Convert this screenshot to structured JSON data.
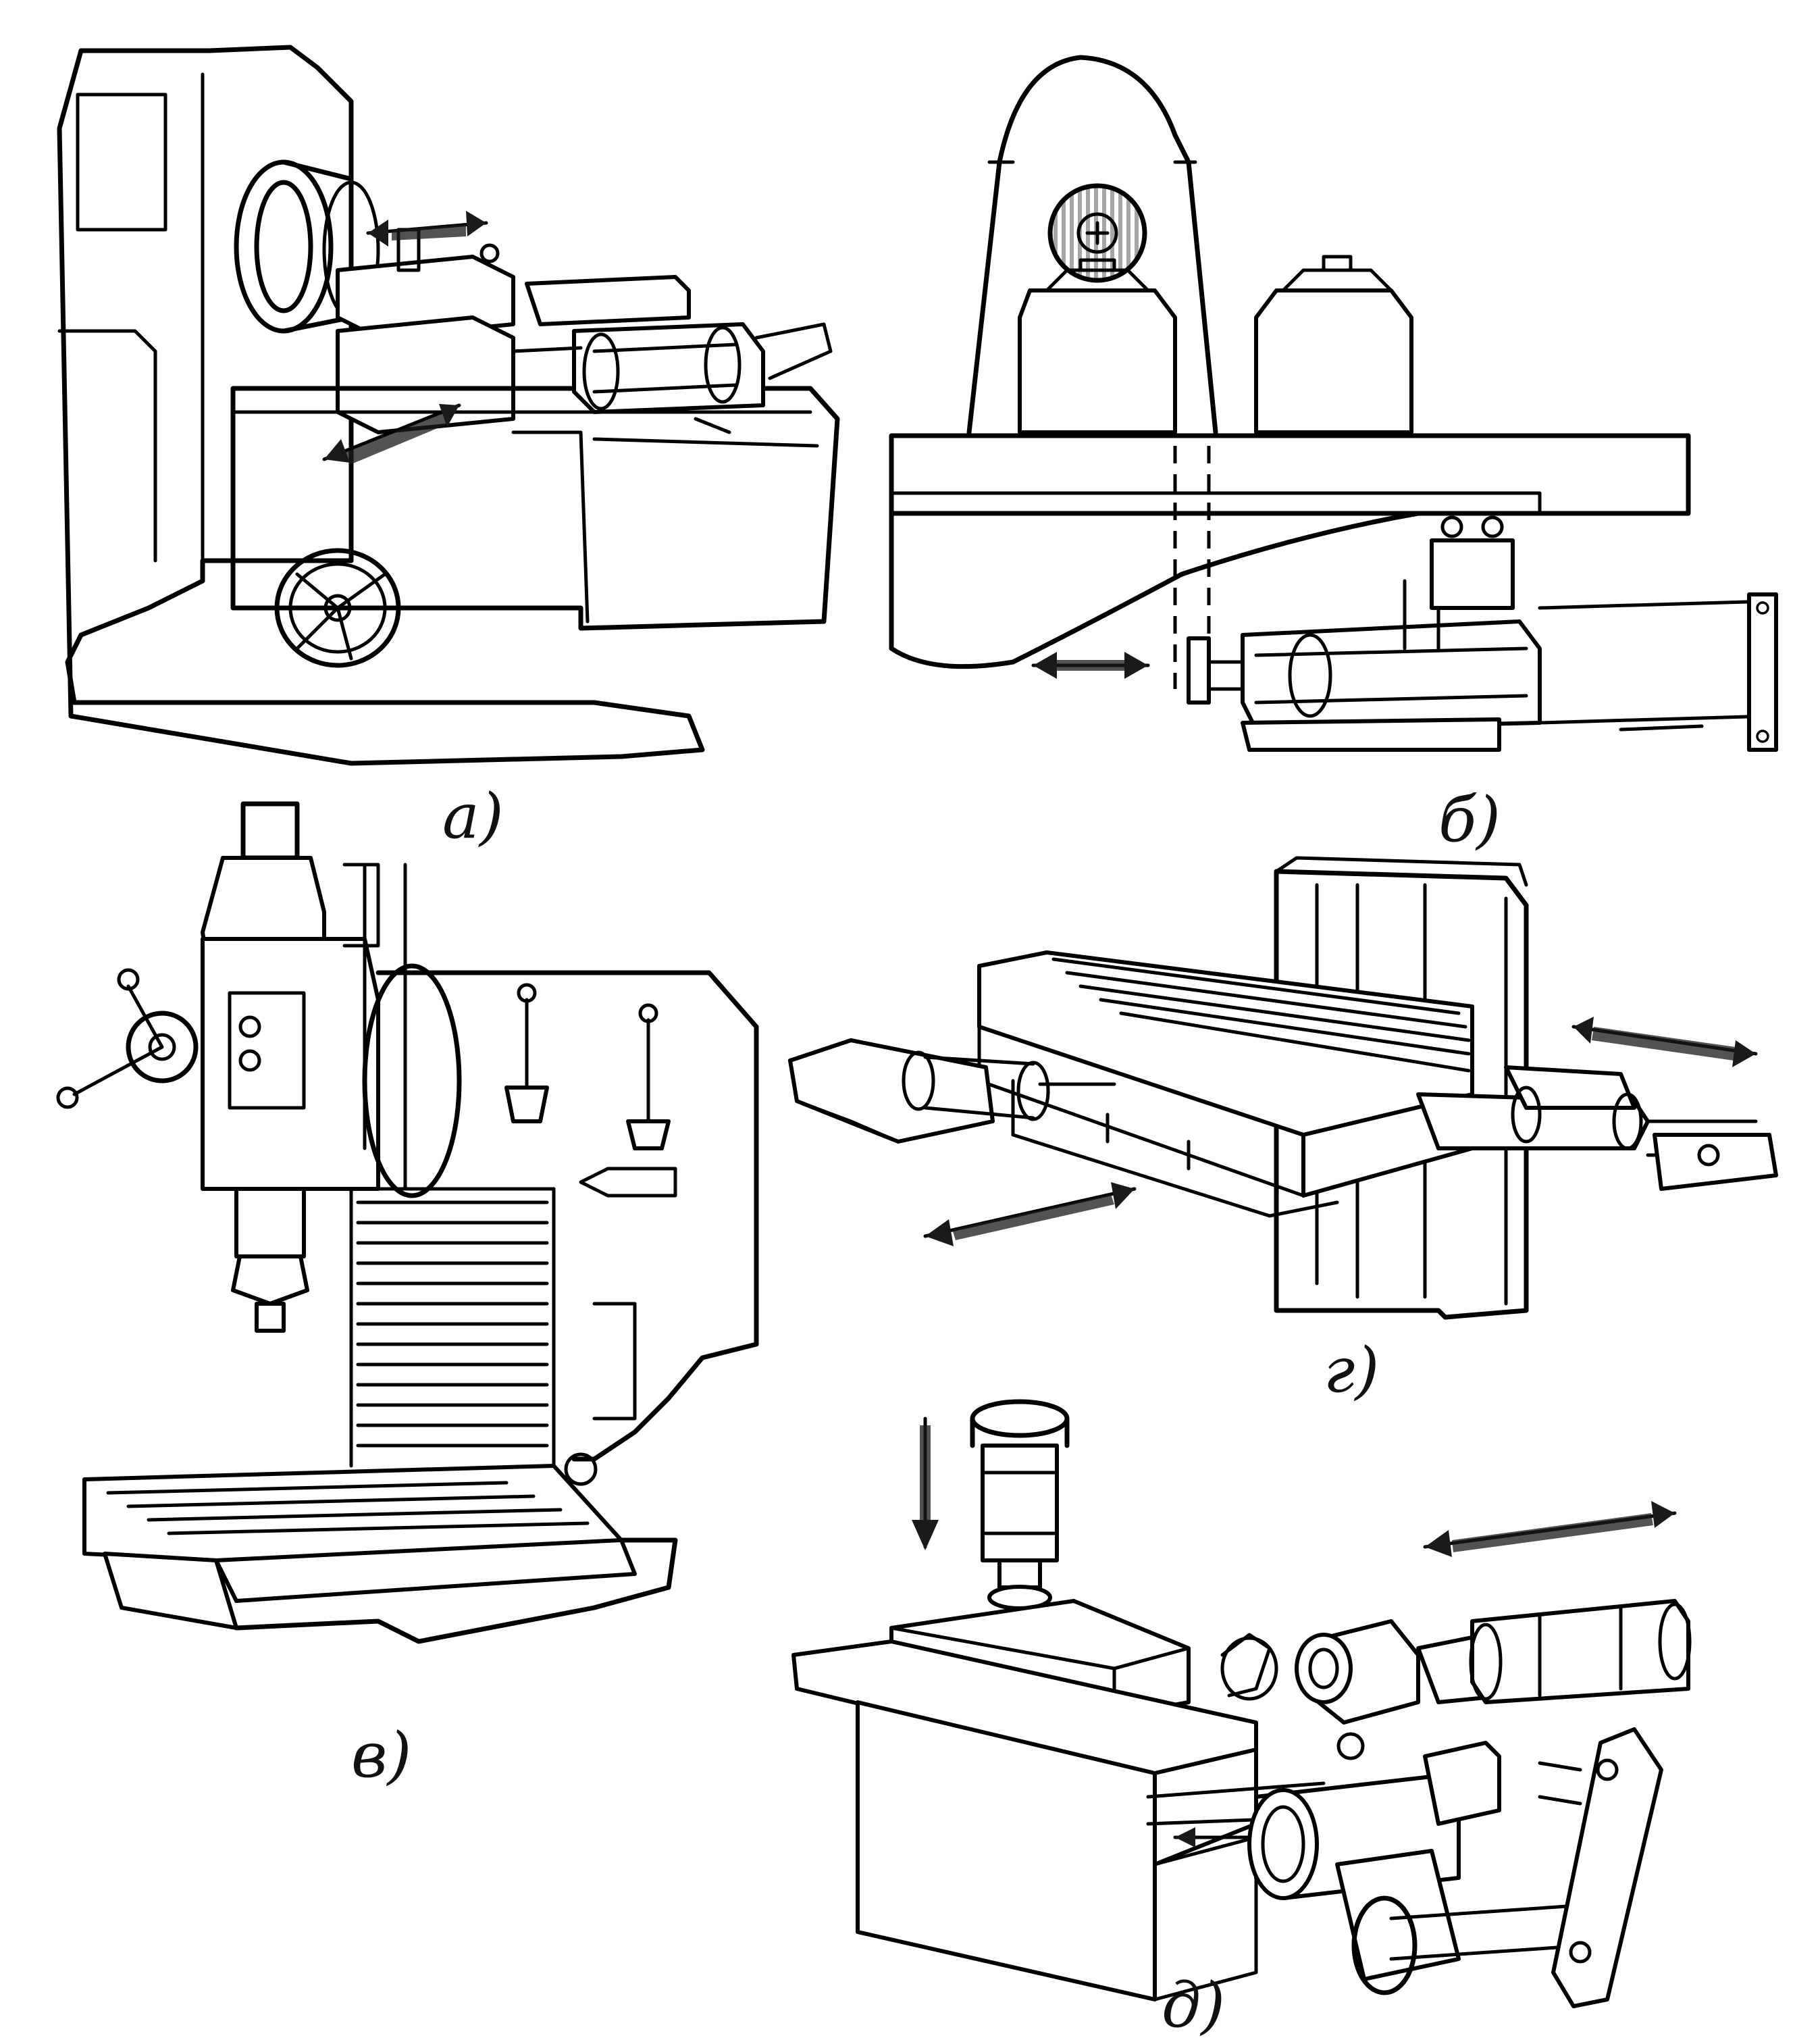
{
  "panels": [
    {
      "id": "a",
      "label": "а)"
    },
    {
      "id": "b",
      "label": "б)"
    },
    {
      "id": "v",
      "label": "в)"
    },
    {
      "id": "g",
      "label": "г)"
    },
    {
      "id": "d",
      "label": "д)"
    }
  ]
}
